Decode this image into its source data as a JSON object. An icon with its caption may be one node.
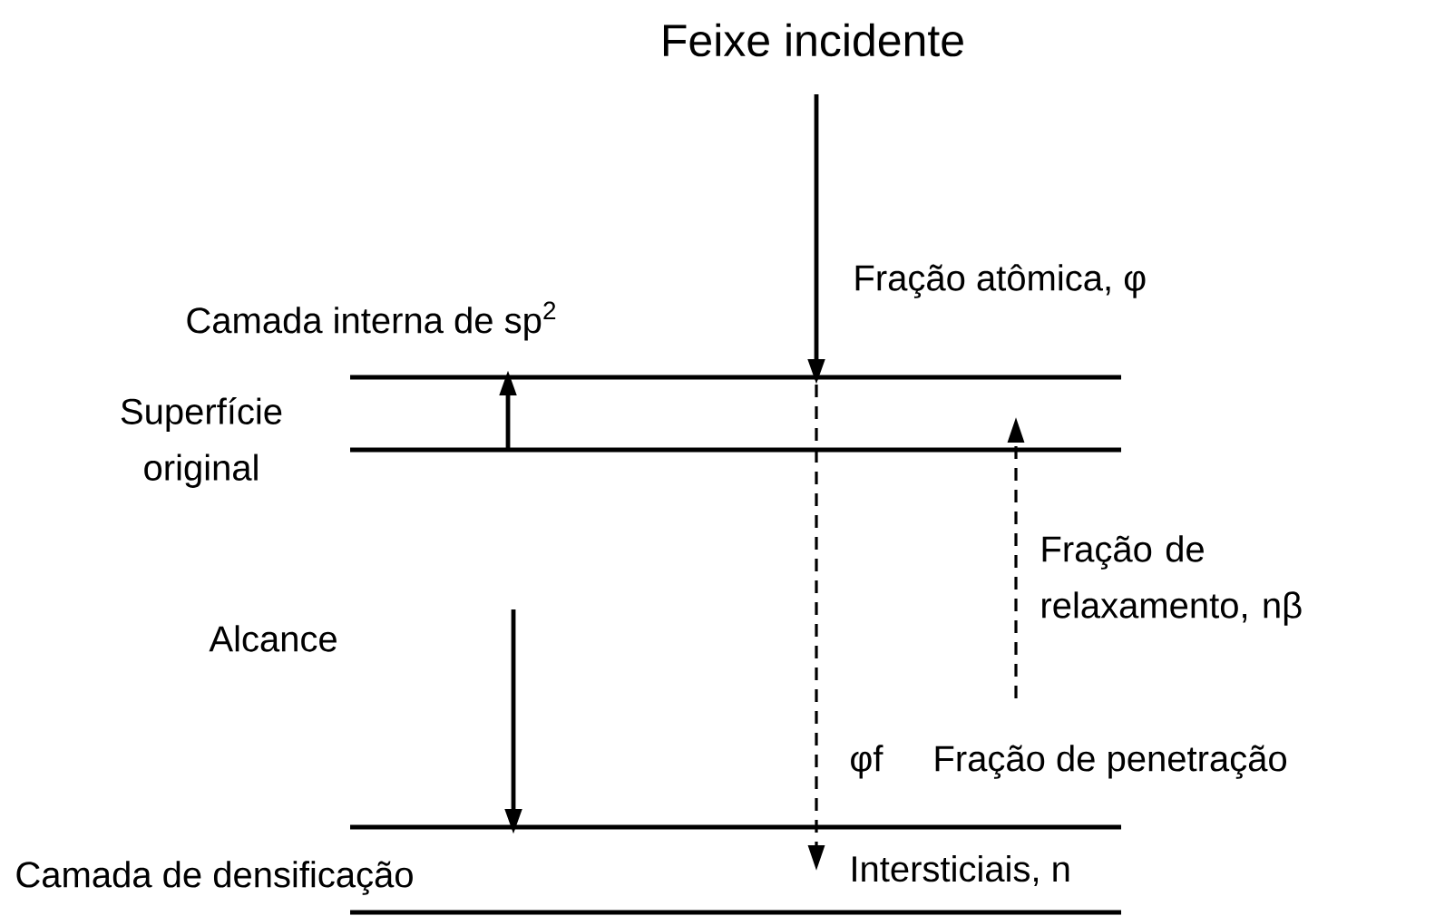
{
  "diagram": {
    "labels": [
      "Feixe incidente",
      "Fração atômica, φ",
      "Camada interna de sp$^{2}$",
      "Superfície original",
      "Fração de relaxamento, nβ",
      "Alcance",
      "φf",
      "Fração de penetração",
      "Camada de densificação",
      "Intersticiais, n"
    ]
  }
}
